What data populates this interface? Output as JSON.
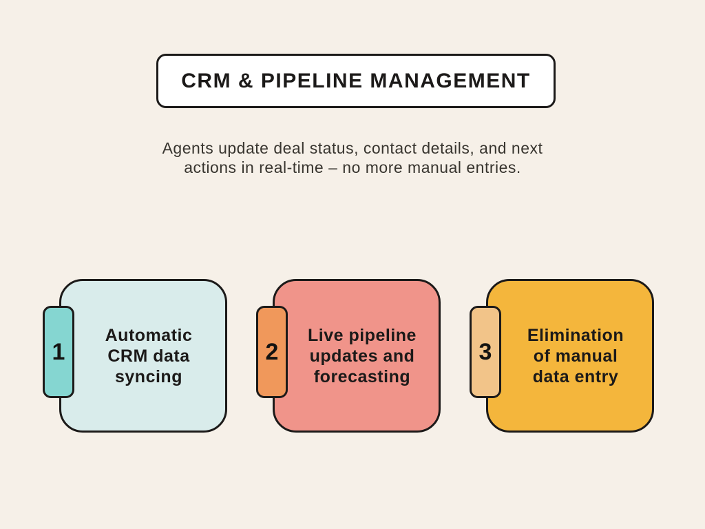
{
  "page": {
    "background_color": "#f6f0e8",
    "border_color": "#1c1a19"
  },
  "header": {
    "title": "CRM & PIPELINE MANAGEMENT",
    "title_box_color": "#ffffff",
    "subtitle_line1": "Agents update deal status, contact details, and next",
    "subtitle_line2": "actions in real-time – no more manual entries."
  },
  "cards": [
    {
      "number": "1",
      "label": "Automatic CRM data syncing",
      "lines": [
        "Automatic",
        "CRM data",
        "syncing"
      ],
      "card_color": "#d9eceb",
      "tab_color": "#85d6d1"
    },
    {
      "number": "2",
      "label": "Live pipeline updates and forecasting",
      "lines": [
        "Live pipeline",
        "updates and",
        "forecasting"
      ],
      "card_color": "#f0948a",
      "tab_color": "#f0985b"
    },
    {
      "number": "3",
      "label": "Elimination of manual data entry",
      "lines": [
        "Elimination",
        "of manual",
        "data entry"
      ],
      "card_color": "#f4b63c",
      "tab_color": "#f2c489"
    }
  ]
}
